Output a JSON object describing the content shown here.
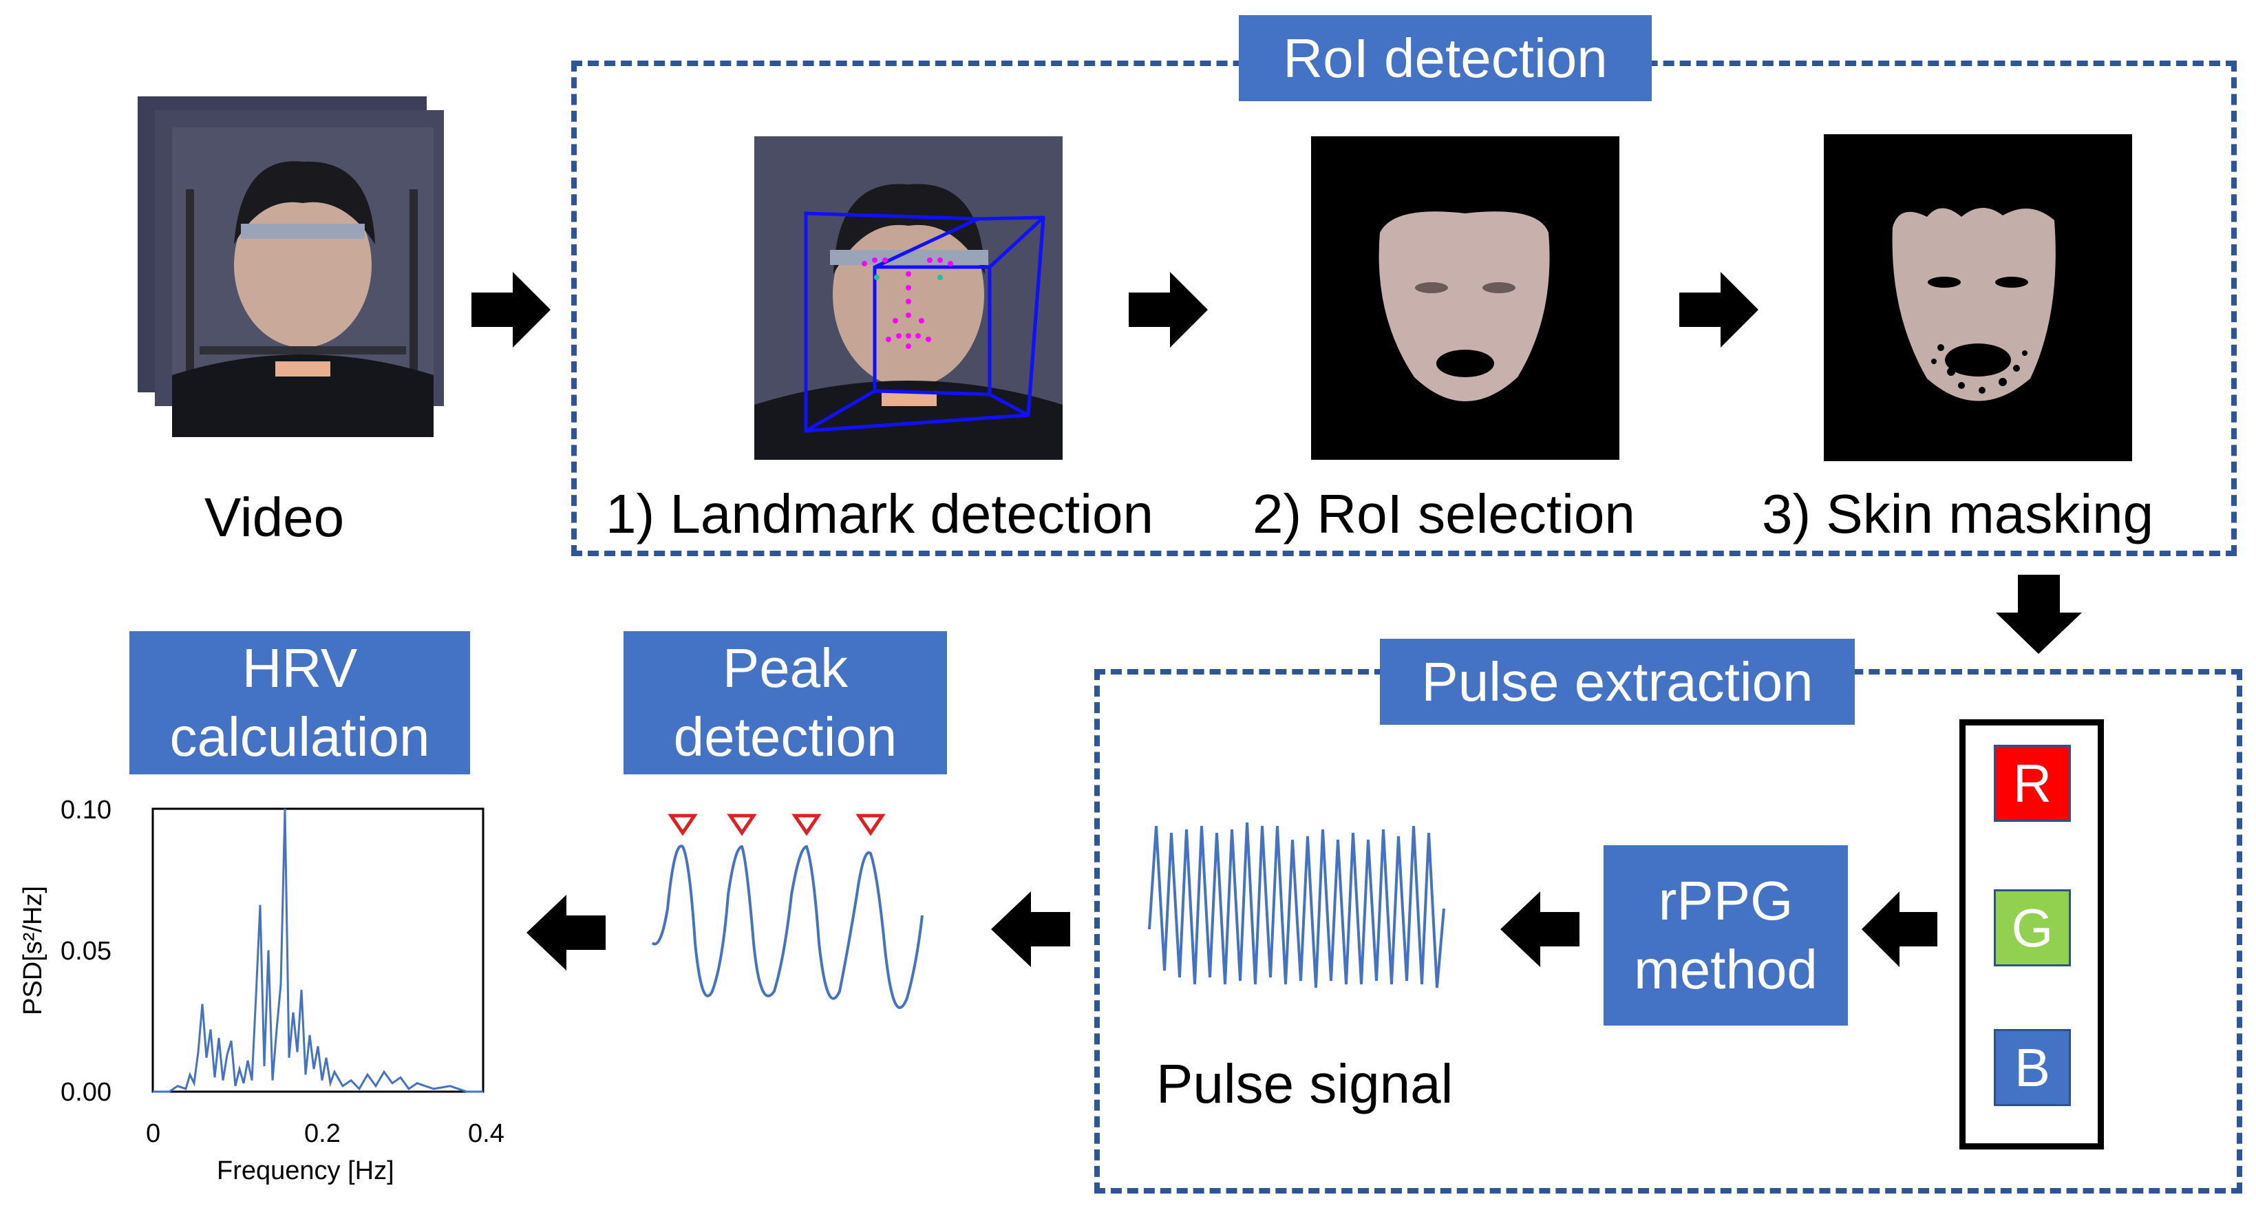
{
  "labels": {
    "video": "Video",
    "landmark": "1) Landmark detection",
    "roi_selection": "2) RoI selection",
    "skin_masking": "3) Skin masking",
    "pulse_signal": "Pulse signal"
  },
  "boxes": {
    "roi_detection": "RoI detection",
    "pulse_extraction": "Pulse extraction",
    "rppg": "rPPG method",
    "peak": "Peak detection",
    "hrv": "HRV calculation"
  },
  "channels": [
    {
      "label": "R",
      "color": "#ff0000"
    },
    {
      "label": "G",
      "color": "#92d050"
    },
    {
      "label": "B",
      "color": "#4472c4"
    }
  ],
  "colors": {
    "accent_blue": "#4472c4",
    "dashed_border": "#2f5597",
    "signal_line": "#4472c4",
    "peak_marker": "#e02020"
  },
  "chart_data": {
    "type": "line",
    "xlabel": "Frequency [Hz]",
    "ylabel": "PSD[s²/Hz]",
    "xlim": [
      0,
      0.4
    ],
    "ylim": [
      0,
      0.1
    ],
    "xticks": [
      "0",
      "0.2",
      "0.4"
    ],
    "yticks": [
      "0.00",
      "0.05",
      "0.10"
    ],
    "grid": false,
    "x": [
      0.0,
      0.02,
      0.03,
      0.04,
      0.045,
      0.05,
      0.055,
      0.06,
      0.065,
      0.07,
      0.075,
      0.08,
      0.085,
      0.09,
      0.095,
      0.1,
      0.105,
      0.11,
      0.115,
      0.12,
      0.125,
      0.13,
      0.135,
      0.14,
      0.145,
      0.15,
      0.155,
      0.16,
      0.165,
      0.17,
      0.175,
      0.18,
      0.185,
      0.19,
      0.195,
      0.2,
      0.205,
      0.21,
      0.215,
      0.22,
      0.23,
      0.24,
      0.25,
      0.26,
      0.27,
      0.28,
      0.29,
      0.3,
      0.31,
      0.32,
      0.34,
      0.36,
      0.38,
      0.4
    ],
    "y": [
      0.0,
      0.0,
      0.002,
      0.001,
      0.006,
      0.003,
      0.014,
      0.031,
      0.012,
      0.022,
      0.005,
      0.019,
      0.004,
      0.013,
      0.018,
      0.002,
      0.008,
      0.003,
      0.011,
      0.004,
      0.034,
      0.066,
      0.009,
      0.05,
      0.004,
      0.022,
      0.038,
      0.1,
      0.012,
      0.028,
      0.014,
      0.036,
      0.006,
      0.02,
      0.008,
      0.016,
      0.004,
      0.012,
      0.003,
      0.007,
      0.002,
      0.004,
      0.001,
      0.006,
      0.002,
      0.007,
      0.003,
      0.005,
      0.001,
      0.003,
      0.001,
      0.002,
      0.0,
      0.0
    ]
  }
}
